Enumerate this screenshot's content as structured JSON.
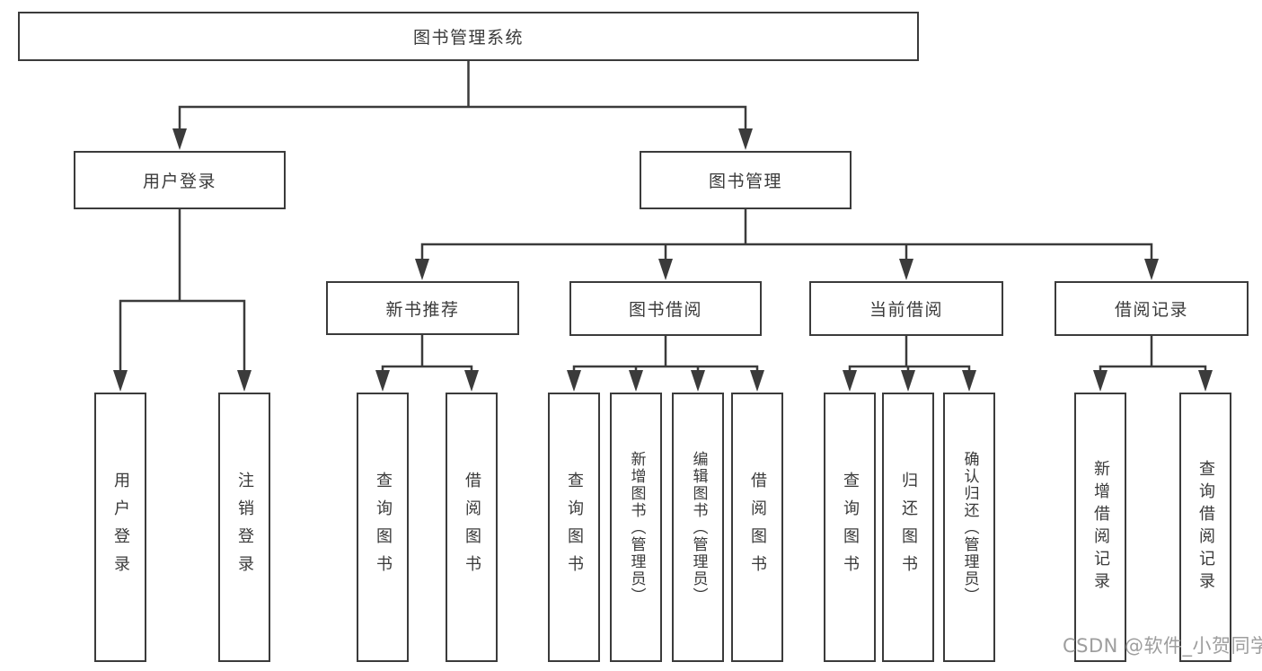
{
  "tree": {
    "root": {
      "label": "图书管理系统"
    },
    "login": {
      "label": "用户登录",
      "children": [
        {
          "label": "用户登录"
        },
        {
          "label": "注销登录"
        }
      ]
    },
    "management": {
      "label": "图书管理",
      "groups": [
        {
          "label": "新书推荐",
          "children": [
            {
              "label": "查询图书"
            },
            {
              "label": "借阅图书"
            }
          ]
        },
        {
          "label": "图书借阅",
          "children": [
            {
              "label": "查询图书"
            },
            {
              "label": "新增图书（管理员）"
            },
            {
              "label": "编辑图书（管理员）"
            },
            {
              "label": "借阅图书"
            }
          ]
        },
        {
          "label": "当前借阅",
          "children": [
            {
              "label": "查询图书"
            },
            {
              "label": "归还图书"
            },
            {
              "label": "确认归还（管理员）"
            }
          ]
        },
        {
          "label": "借阅记录",
          "children": [
            {
              "label": "新增借阅记录"
            },
            {
              "label": "查询借阅记录"
            }
          ]
        }
      ]
    }
  },
  "watermark": "CSDN @软件_小贺同学",
  "colors": {
    "line": "#3b3b3b",
    "box_border": "#3b3b3b",
    "text": "#3a3a3a",
    "watermark": "#9e9e9e",
    "background": "#ffffff"
  }
}
